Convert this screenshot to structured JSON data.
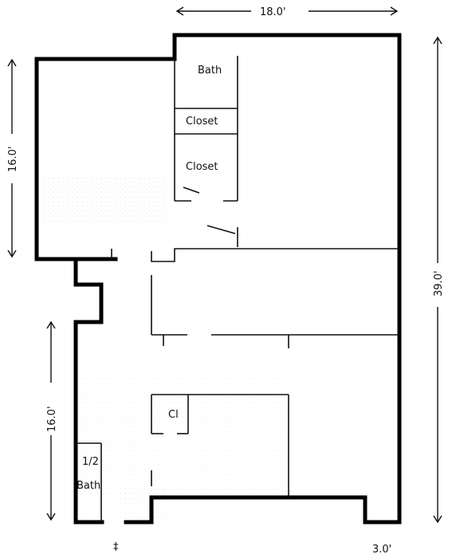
{
  "plan": {
    "rooms": {
      "bath": "Bath",
      "closet_1": "Closet",
      "closet_2": "Closet",
      "closet_small": "Cl",
      "half_bath_1": "1/2",
      "half_bath_2": "Bath"
    },
    "dimensions": {
      "top_width": "18.0'",
      "left_upper": "16.0'",
      "left_lower": "16.0'",
      "right_height": "39.0'",
      "bottom_right": "3.0'"
    },
    "symbols": {
      "bottom_marker": "‡"
    },
    "colors": {
      "wall": "#000000",
      "line": "#111111",
      "paper": "#ffffff"
    }
  }
}
